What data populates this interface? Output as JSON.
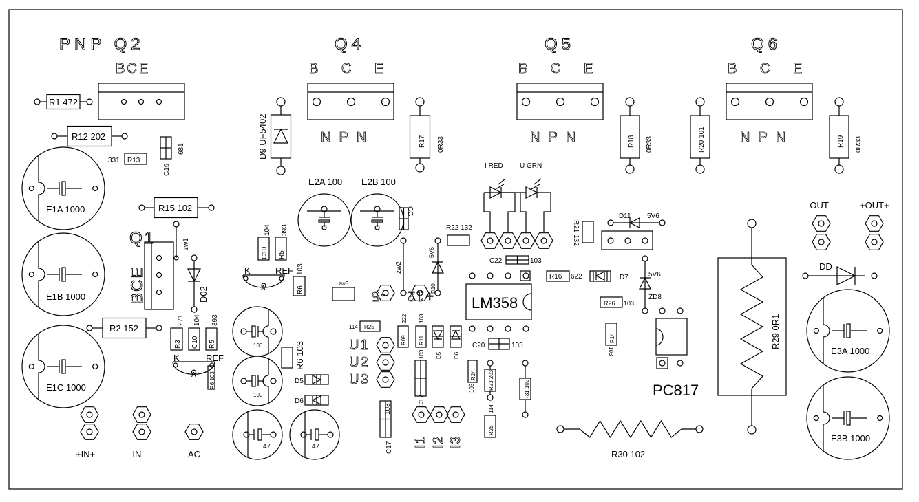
{
  "labels": {
    "q2_title": "PNP Q2",
    "q2_pins": "BCE",
    "q4_title": "Q4",
    "q4_pins": "B C E",
    "q4_type": "NPN",
    "q5_title": "Q5",
    "q5_pins": "B C E",
    "q5_type": "NPN",
    "q6_title": "Q6",
    "q6_pins": "B C E",
    "q6_type": "NPN",
    "r1": "R1 472",
    "r12": "R12 202",
    "r13_val": "331",
    "r13": "R13",
    "c19": "C19",
    "c19_val": "681",
    "e1a": "E1A 1000",
    "e1b": "E1B 1000",
    "e1c": "E1C 1000",
    "r15": "R15 102",
    "q1_title": "Q1",
    "q1_pins": "BCE",
    "zw1": "zw1",
    "d02": "D02",
    "r2": "R2 152",
    "r3": "R3",
    "r3_val": "271",
    "c10a": "C10",
    "c10a_val": "104",
    "r5a": "R5",
    "r5a_val": "393",
    "k1": "K",
    "ref1": "REF",
    "a1": "A",
    "r6a": "R6 103",
    "in_pos": "+IN+",
    "in_neg": "-IN-",
    "ac": "AC",
    "d9": "D9  UF5402",
    "r17": "R17",
    "r17_val": "0R33",
    "e2a": "E2A 100",
    "e2b": "E2B 100",
    "cc": "CC",
    "c10b": "C10",
    "c10b_val": "104",
    "r5b": "R5",
    "r5b_val": "393",
    "k2": "K",
    "ref2": "REF",
    "a2": "A",
    "r6b": "R6",
    "r6b_val": "103",
    "cap100a": "100",
    "cap100b": "100",
    "cap47a": "47",
    "cap47b": "47",
    "r6c": "R6 103",
    "d5a": "D5",
    "d6a": "D6",
    "zw3": "zw3",
    "zw2": "zw2",
    "minus5": "-5",
    "plus12": "+12",
    "d10": "D10",
    "d10_val": "5V6",
    "r22": "R22  132",
    "led_red": "I RED",
    "led_grn": "U GRN",
    "c22": "C22",
    "c22_val": "103",
    "lm358": "LM358",
    "r25a_val": "114",
    "r25a": "R25",
    "u1": "U1",
    "u2": "U2",
    "u3": "U3",
    "r09": "R09",
    "r09_val": "222",
    "r11": "R11",
    "r11_val": "103",
    "r11_val2": "103",
    "d5b": "D5",
    "d6b": "D6",
    "c17a": "C17",
    "c20": "C20",
    "c20_val": "103",
    "r24": "R24",
    "r24_val": "103",
    "r23": "R23 203",
    "r31": "R31 102",
    "r25b": "R25",
    "r25b_val": "114",
    "c17b": "C17",
    "c17b_val": "103",
    "i1": "I1",
    "i2": "I2",
    "i3": "I3",
    "r30": "R30  102",
    "r18": "R18",
    "r18_val": "0R33",
    "r20": "R20 101",
    "r19": "R19",
    "r19_val": "0R33",
    "r21": "R21 132",
    "d11": "D11",
    "d11_val": "5V6",
    "r16": "R16",
    "r16_val": "622",
    "d7": "D7",
    "zd8": "ZD8",
    "zd8_val": "5V6",
    "r26": "R26",
    "r26_val": "103",
    "r14": "R14",
    "r14_val": "103",
    "pc817": "PC817",
    "r29": "R29  0R1",
    "out_neg": "-OUT-",
    "out_pos": "+OUT+",
    "dd": "DD",
    "e3a": "E3A 1000",
    "e3b": "E3B 1000"
  }
}
